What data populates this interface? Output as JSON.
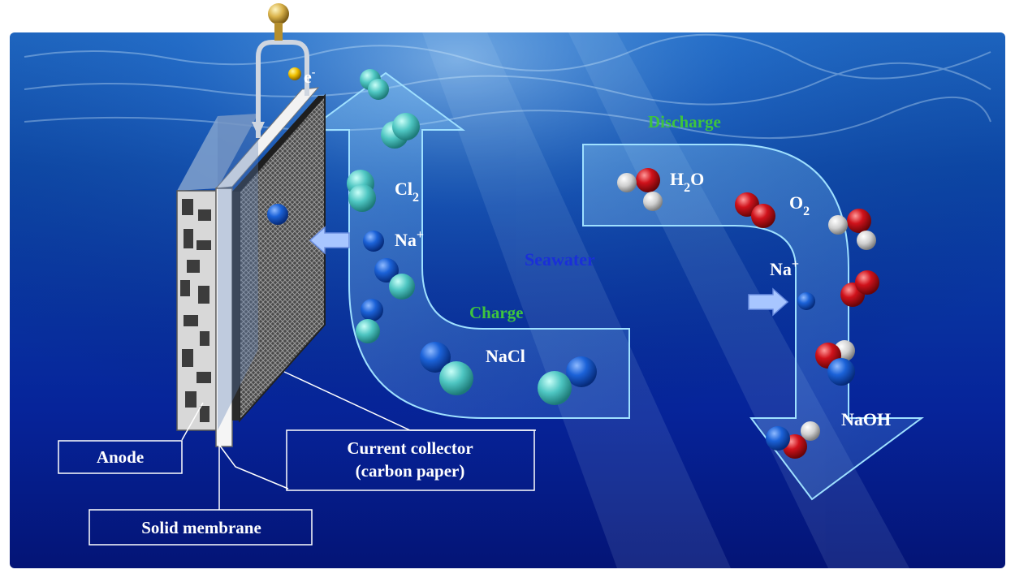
{
  "labels": {
    "electron": "e",
    "electron_sup": "-",
    "discharge": "Discharge",
    "charge": "Charge",
    "seawater": "Seawater",
    "cl2_main": "Cl",
    "cl2_sub": "2",
    "na_left_main": "Na",
    "na_left_sup": "+",
    "na_right_main": "Na",
    "na_right_sup": "+",
    "nacl": "NaCl",
    "h2o_h": "H",
    "h2o_sub": "2",
    "h2o_o": "O",
    "o2_main": "O",
    "o2_sub": "2",
    "naoh": "NaOH"
  },
  "callouts": {
    "anode": "Anode",
    "current_collector_line1": "Current collector",
    "current_collector_line2": "(carbon paper)",
    "solid_membrane": "Solid membrane"
  },
  "colors": {
    "sea_top": "#0b3f9a",
    "sea_bottom": "#03167a",
    "sodium": "#1158d6",
    "chlorine": "#4ec6c2",
    "oxygen": "#d0121b",
    "hydrogen": "#cfcfcf",
    "flow_arrow": "#8fd8ff",
    "label_green": "#3ec43e",
    "label_blue": "#1a2fd8"
  }
}
